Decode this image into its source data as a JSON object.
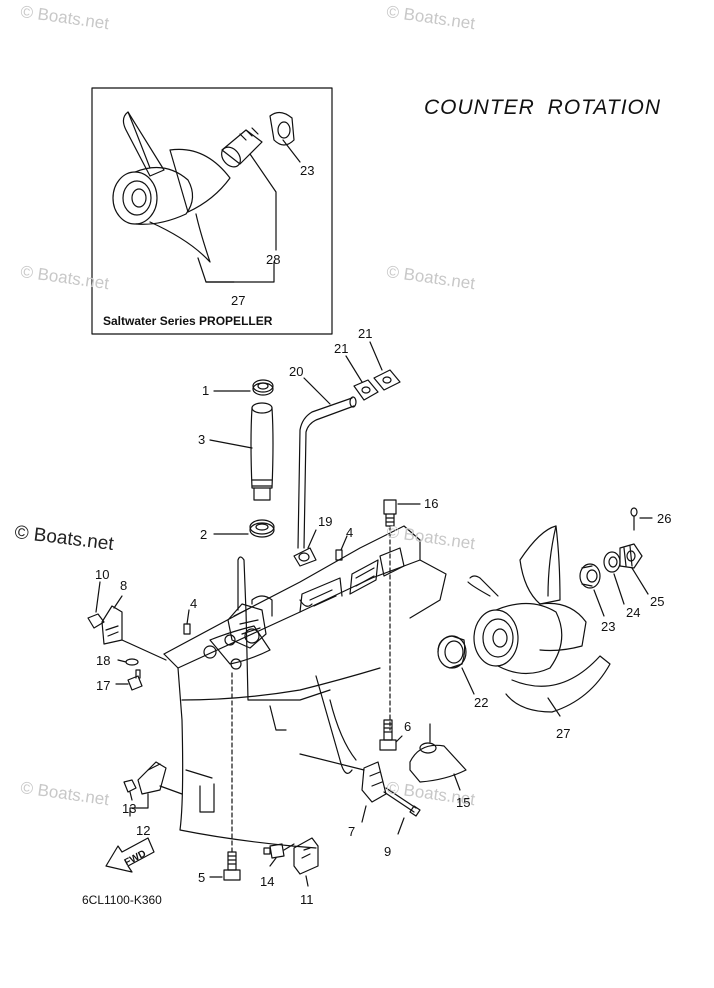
{
  "title": "COUNTER ROTATION",
  "inset_caption": "Saltwater Series PROPELLER",
  "diagram_code": "6CL1100-K360",
  "fwd_label": "FWD",
  "watermark": "© Boats.net",
  "callouts": {
    "c1": "1",
    "c2": "2",
    "c3": "3",
    "c4a": "4",
    "c4b": "4",
    "c5": "5",
    "c6": "6",
    "c7": "7",
    "c8": "8",
    "c9": "9",
    "c10": "10",
    "c11": "11",
    "c12": "12",
    "c13": "13",
    "c14": "14",
    "c15": "15",
    "c16": "16",
    "c17": "17",
    "c18": "18",
    "c19": "19",
    "c20": "20",
    "c21a": "21",
    "c21b": "21",
    "c22": "22",
    "c23a": "23",
    "c23b": "23",
    "c24": "24",
    "c25": "25",
    "c26": "26",
    "c27a": "27",
    "c27b": "27",
    "c28": "28"
  }
}
